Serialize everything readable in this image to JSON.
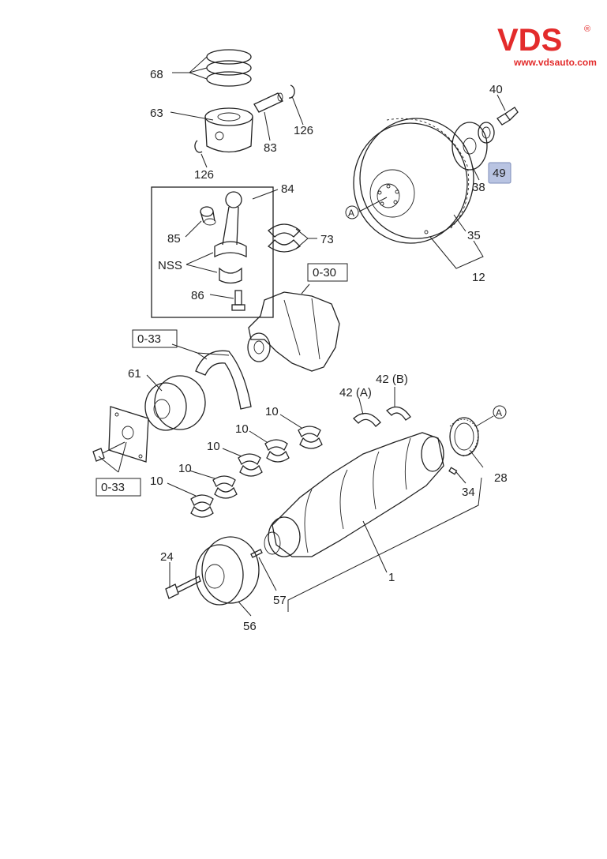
{
  "brand": {
    "logo_text": "VDS",
    "registered": "®",
    "url": "www.vdsauto.com",
    "color": "#e32b2b"
  },
  "highlight": {
    "fill": "#b9c4e2",
    "stroke": "#7c8bb8"
  },
  "callouts": {
    "c68": "68",
    "c63": "63",
    "c126a": "126",
    "c83": "83",
    "c126b": "126",
    "c84": "84",
    "c85": "85",
    "c73": "73",
    "nss": "NSS",
    "c86": "86",
    "c40": "40",
    "c49": "49",
    "c38": "38",
    "c35": "35",
    "c12": "12",
    "refA1": "A",
    "c030": "0-30",
    "c033a": "0-33",
    "c61": "61",
    "c033b": "0-33",
    "c10a": "10",
    "c10b": "10",
    "c10c": "10",
    "c10d": "10",
    "c42a": "42 (A)",
    "c42b": "42 (B)",
    "refA2": "A",
    "c28": "28",
    "c34": "34",
    "c1": "1",
    "c24": "24",
    "c57": "57",
    "c56": "56"
  }
}
